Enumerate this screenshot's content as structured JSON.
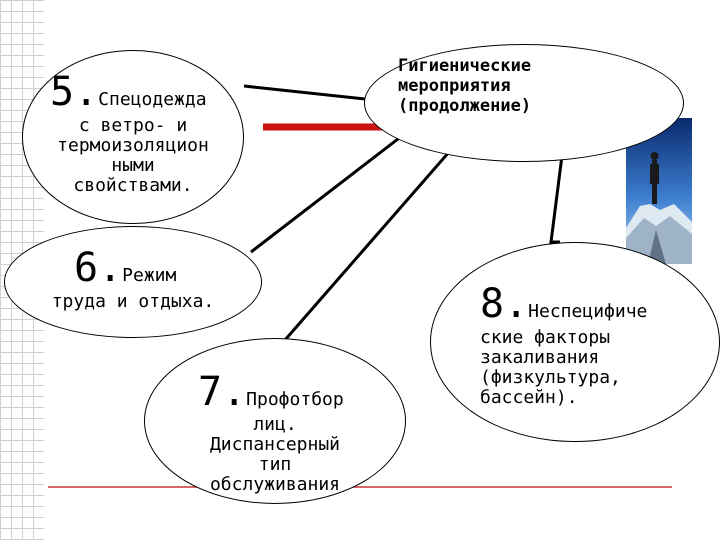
{
  "nodes": {
    "n5": {
      "number": "5.",
      "first": "Спецодежда",
      "rest": [
        "с ветро- и",
        "термоизоляцион",
        "ными",
        "свойствами."
      ]
    },
    "n6": {
      "number": "6.",
      "first": "Режим",
      "rest": [
        "труда и отдыха."
      ]
    },
    "n7": {
      "number": "7.",
      "first": "Профотбор",
      "rest": [
        "лиц.",
        "Диспансерный",
        "тип",
        "обслуживания"
      ]
    },
    "n8": {
      "number": "8.",
      "first": "Неспецифиче",
      "rest": [
        "ские факторы",
        "закаливания",
        "(физкультура,",
        "бассейн)."
      ]
    },
    "hub": {
      "lines": [
        "Гигиенические",
        "мероприятия",
        "(продолжение)"
      ]
    }
  },
  "colors": {
    "highlight_line": "#cc1111",
    "rule": "#cc3333",
    "grid": "#d0d0d0"
  },
  "photo": {
    "subject": "person standing on snowy mountain peak against blue sky"
  }
}
